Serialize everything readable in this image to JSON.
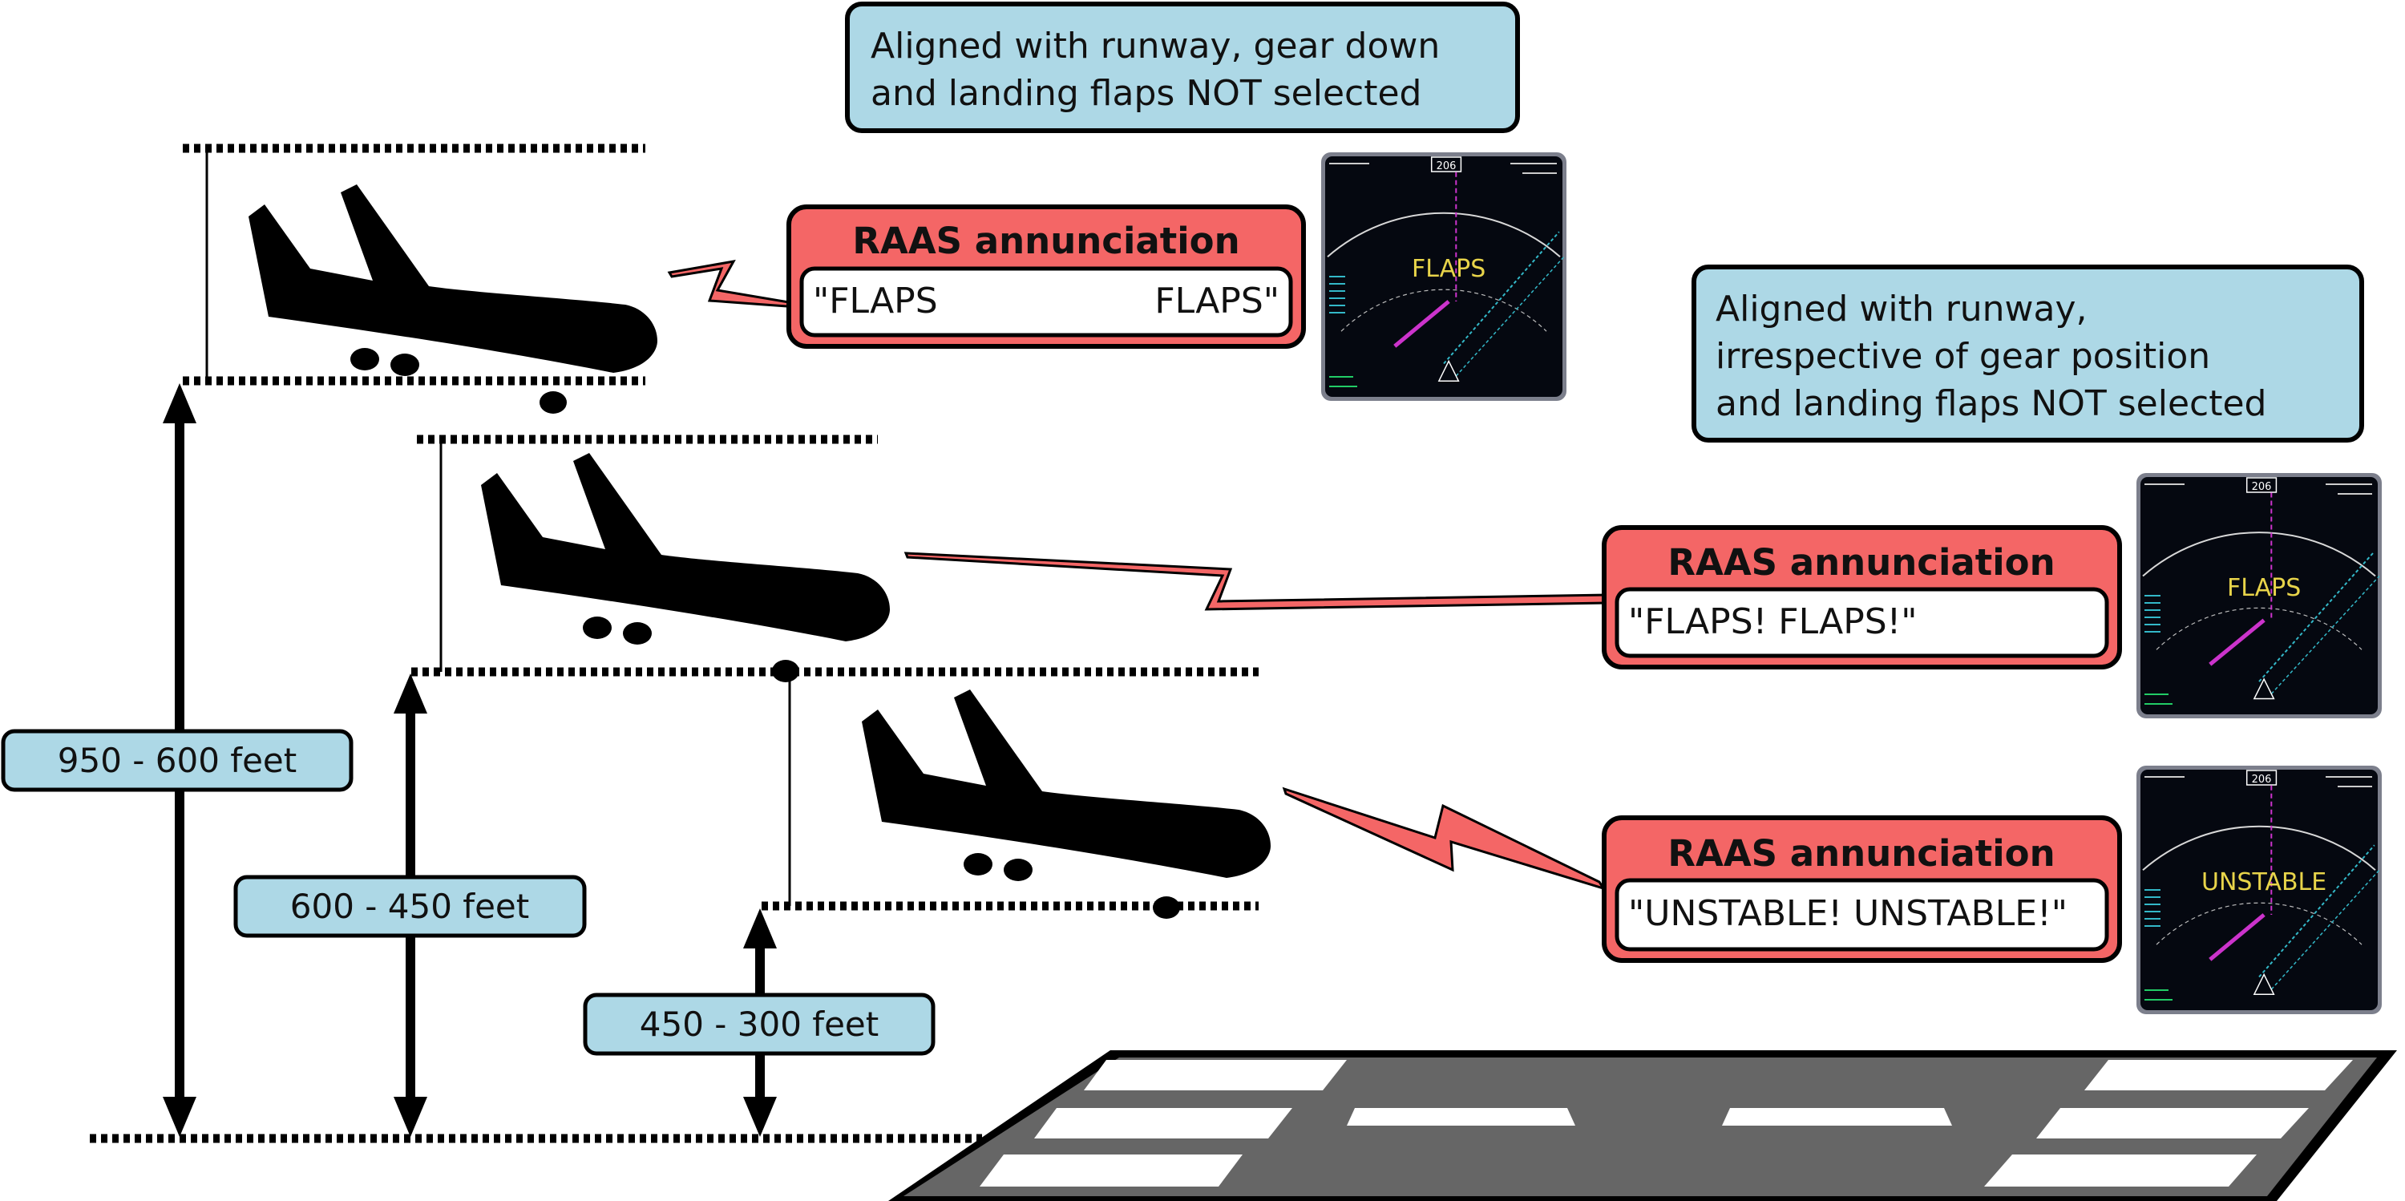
{
  "condition_boxes": [
    {
      "lines": [
        "Aligned with runway, gear down",
        "and landing flaps NOT selected"
      ]
    },
    {
      "lines": [
        "Aligned with runway,",
        "irrespective of gear position",
        "and landing flaps NOT selected"
      ]
    }
  ],
  "annunciations": [
    {
      "title": "RAAS annunciation",
      "callout_left": "\"FLAPS",
      "callout_right": "FLAPS\""
    },
    {
      "title": "RAAS annunciation",
      "callout": "\"FLAPS! FLAPS!\""
    },
    {
      "title": "RAAS annunciation",
      "callout": "\"UNSTABLE! UNSTABLE!\""
    }
  ],
  "altitude_bands": [
    {
      "label": "950 - 600 feet"
    },
    {
      "label": "600 - 450 feet"
    },
    {
      "label": "450 - 300 feet"
    }
  ],
  "displays": [
    {
      "alert": "FLAPS",
      "heading": "206"
    },
    {
      "alert": "FLAPS",
      "heading": "206"
    },
    {
      "alert": "UNSTABLE",
      "heading": "206"
    }
  ],
  "colors": {
    "condition_box_fill": "#add8e6",
    "annunciation_fill": "#f46666",
    "alert_text": "#e8d44a",
    "runway": "#666666",
    "display_bg": "#050810",
    "display_frame": "#7c7f8c",
    "magenta": "#cc33cc",
    "cyan": "#33b8c8"
  }
}
